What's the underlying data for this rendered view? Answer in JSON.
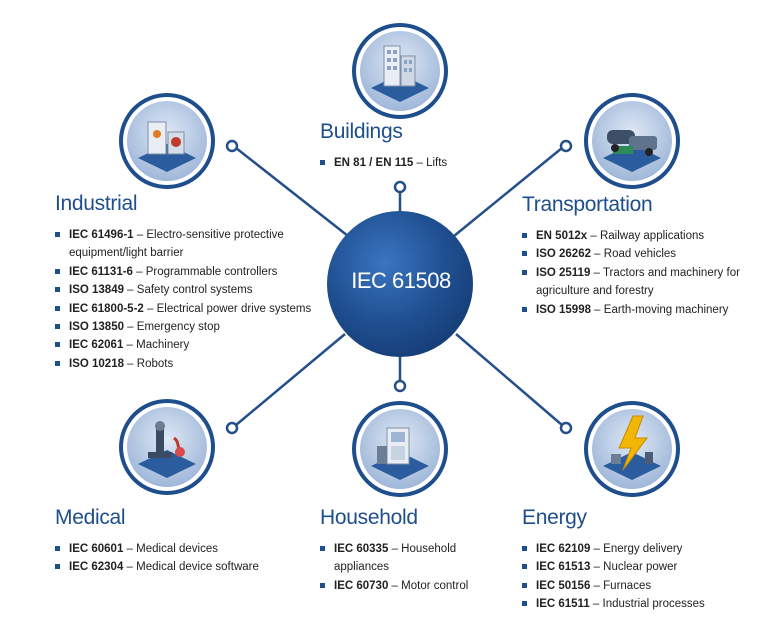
{
  "hub": {
    "label": "IEC 61508"
  },
  "colors": {
    "primary": "#1f4e8c",
    "hub_dark": "#1a4a8a",
    "hub_light": "#2f67b0",
    "line": "#244f8a"
  },
  "sectors": {
    "buildings": {
      "title": "Buildings",
      "icon": "buildings-icon",
      "items": [
        {
          "code": "EN 81 / EN 115",
          "desc": "Lifts"
        }
      ]
    },
    "industrial": {
      "title": "Industrial",
      "icon": "industrial-icon",
      "items": [
        {
          "code": "IEC 61496-1",
          "desc": "Electro-sensitive protective",
          "desc2": "equipment/light barrier"
        },
        {
          "code": "IEC 61131-6",
          "desc": "Programmable controllers"
        },
        {
          "code": "ISO 13849",
          "desc": "Safety control systems"
        },
        {
          "code": "IEC 61800-5-2",
          "desc": "Electrical power drive systems"
        },
        {
          "code": "ISO 13850",
          "desc": "Emergency stop"
        },
        {
          "code": "IEC 62061",
          "desc": "Machinery"
        },
        {
          "code": "ISO 10218",
          "desc": "Robots"
        }
      ]
    },
    "transportation": {
      "title": "Transportation",
      "icon": "transportation-icon",
      "items": [
        {
          "code": "EN 5012x",
          "desc": "Railway applications"
        },
        {
          "code": "ISO 26262",
          "desc": "Road vehicles"
        },
        {
          "code": "ISO 25119",
          "desc": "Tractors and machinery for",
          "desc2": "agriculture and forestry"
        },
        {
          "code": "ISO 15998",
          "desc": "Earth-moving machinery"
        }
      ]
    },
    "medical": {
      "title": "Medical",
      "icon": "medical-icon",
      "items": [
        {
          "code": "IEC 60601",
          "desc": "Medical devices"
        },
        {
          "code": "IEC 62304",
          "desc": "Medical device software"
        }
      ]
    },
    "household": {
      "title": "Household",
      "icon": "household-icon",
      "items": [
        {
          "code": "IEC 60335",
          "desc": "Household",
          "desc2": "appliances"
        },
        {
          "code": "IEC 60730",
          "desc": "Motor control"
        }
      ]
    },
    "energy": {
      "title": "Energy",
      "icon": "energy-icon",
      "items": [
        {
          "code": "IEC 62109",
          "desc": "Energy delivery"
        },
        {
          "code": "IEC 61513",
          "desc": "Nuclear power"
        },
        {
          "code": "IEC 50156",
          "desc": "Furnaces"
        },
        {
          "code": "IEC 61511",
          "desc": "Industrial processes"
        }
      ]
    }
  }
}
